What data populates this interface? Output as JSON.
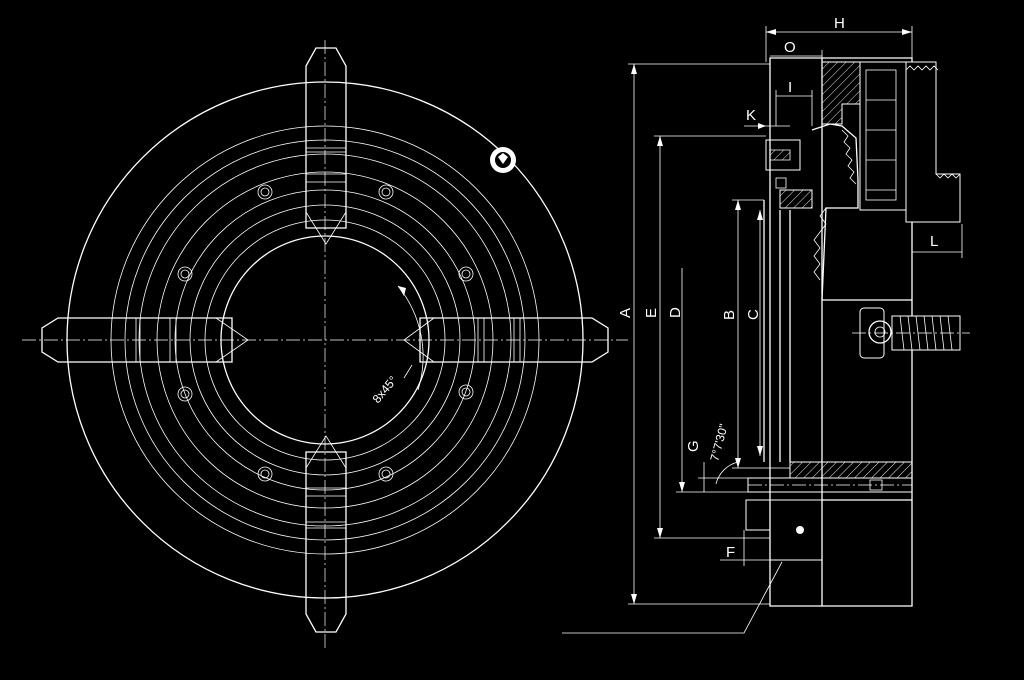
{
  "labels": {
    "A": "A",
    "B": "B",
    "C": "C",
    "D": "D",
    "E": "E",
    "F": "F",
    "G": "G",
    "H": "H",
    "I": "I",
    "K": "K",
    "L": "L",
    "O": "O",
    "angle_holes": "8x45°",
    "angle_taper": "7°7'30\""
  },
  "colors": {
    "background": "#000000",
    "line": "#ffffff"
  }
}
